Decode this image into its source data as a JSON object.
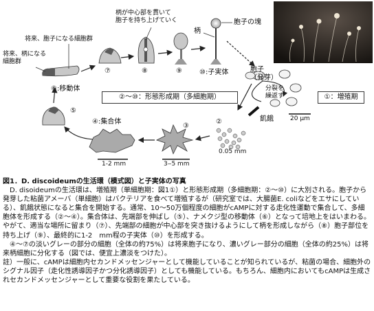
{
  "diagram": {
    "labels": {
      "stalk_cells": "将来、柄になる\n細胞群",
      "spore_cells": "将来、胞子になる細胞群",
      "stalk_pierces": "柄が中心部を貫いて\n胞子を持ち上げていく",
      "stalk": "柄",
      "spore_mass": "胞子の塊",
      "fruiting_body": "⑩:子実体",
      "slug": "⑥:移動体",
      "spore": "胞子\n（発芽）",
      "division": "分裂を\n繰返す",
      "starvation": "飢餓",
      "aggregate": "④:集合体",
      "stage5": "⑤",
      "stage7": "⑦",
      "stage8": "⑧",
      "stage9": "⑨",
      "stage3": "③",
      "stage2": "②",
      "scale_1_2mm": "1-2 mm",
      "scale_3_5mm": "3‒5 mm",
      "scale_005mm": "0.05 mm",
      "scale_20um": "20 μm"
    },
    "boxes": {
      "morphogenesis": "②〜⑩：形態形成期（多細胞期）",
      "growth": "①：増殖期"
    }
  },
  "caption": {
    "title": "図1．D. discoideumの生活環（模式図）と子実体の写真",
    "para1": "D. disoideumの生活環は、増殖期（単細胞期：図1①）と形態形成期（多細胞期：②〜⑩）に大別される。胞子から発芽した粘菌アメーバ（単細胞）はバクテリアを食べて増殖するが（研究室では、大腸菌E. coliなどをエサにしている）、飢餓状態になると集合を開始する。通常、10〜50万個程度の細胞がcAMPに対する走化性運動で集合して、多細胞体を形成する（②〜④）。集合体は、先端部を伸ばし（⑤）、ナメクジ型の移動体（⑥）となって培地上をはいまわる。やがて、適当な場所に留まり（⑦）、先端部の細胞が中心部を突き抜けるようにして柄を形成しながら（⑧）胞子部位を持ち上げ（⑨）、最終的に1-2　mm程の子実体（⑩）を形成する。",
    "para2": "④〜⑦の淡いグレーの部分の細胞（全体の約75%）は将来胞子になり、濃いグレー部分の細胞（全体の約25%）は将来柄細胞に分化する（図では、便宜上濃淡をつけた）。",
    "note": "註）一般に、cAMPは細胞内セカンドメッセンジャーとして機能していることが知られているが、粘菌の場合、細胞外のシグナル因子（走化性誘導因子かつ分化誘導因子）としても機能している。もちろん、細胞内においてもcAMPは生成されセカンドメッセンジャーとして重要な役割を果たしている。"
  }
}
